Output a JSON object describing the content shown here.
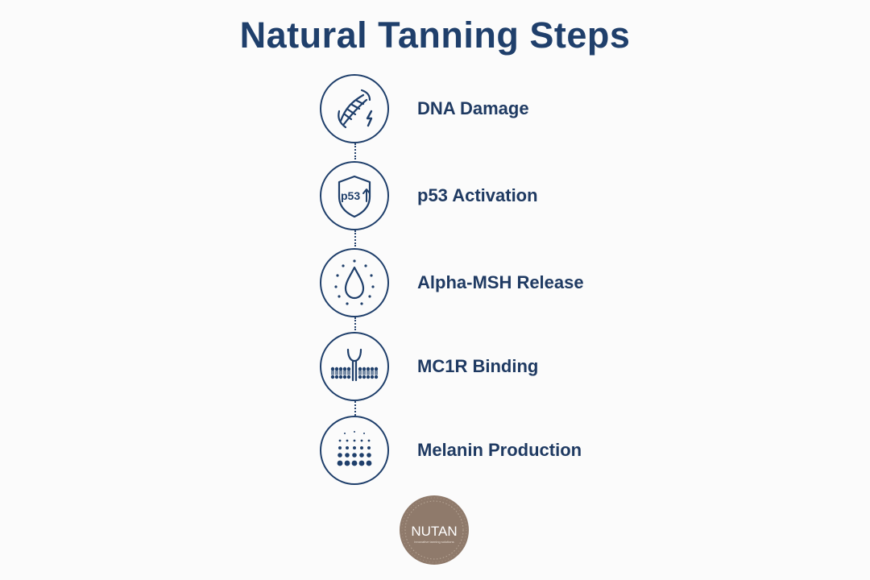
{
  "title": "Natural Tanning Steps",
  "colors": {
    "primary": "#1f3f6b",
    "background": "#fbfbfb",
    "logo_bg": "#8f7a6b"
  },
  "steps": [
    {
      "label": "DNA Damage",
      "icon": "dna-lightning-icon"
    },
    {
      "label": "p53 Activation",
      "icon": "p53-shield-icon",
      "icon_text": "p53"
    },
    {
      "label": "Alpha-MSH Release",
      "icon": "droplet-icon"
    },
    {
      "label": "MC1R Binding",
      "icon": "receptor-membrane-icon"
    },
    {
      "label": "Melanin Production",
      "icon": "melanin-dots-icon"
    }
  ],
  "logo": {
    "name": "NUTAN",
    "tagline": "innovative tanning solutions"
  }
}
